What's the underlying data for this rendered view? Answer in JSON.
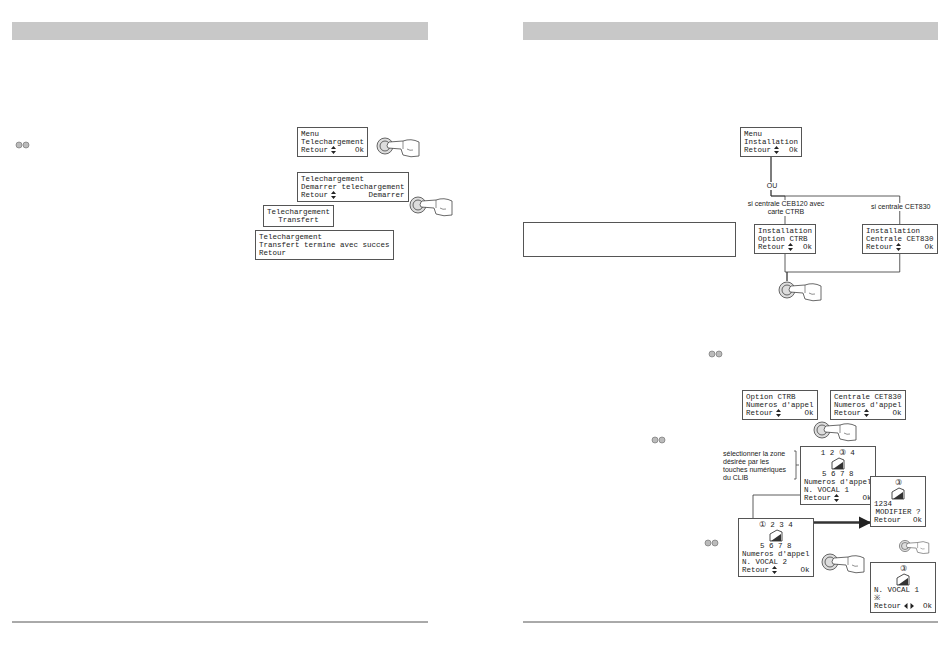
{
  "diagram": {
    "nodes": [
      {
        "text": [
          "Menu",
          "Telechargement",
          "Retour",
          "Ok"
        ]
      },
      {
        "text": [
          "Telechargement",
          "Demarrer telechargement",
          "Retour",
          "Demarrer"
        ]
      },
      {
        "text": [
          "Telechargement",
          "Transfert"
        ]
      },
      {
        "text": [
          "Telechargement",
          "Transfert termine avec succes",
          "Retour"
        ]
      },
      {
        "text": [
          "Menu",
          "Installation",
          "Retour",
          "Ok"
        ]
      },
      {
        "text": [
          "Installation",
          "Option CTRB",
          "Retour",
          "Ok"
        ]
      },
      {
        "text": [
          "Installation",
          "Centrale CET830",
          "Retour",
          "Ok"
        ]
      },
      {
        "text": [
          "Option CTRB",
          "Numeros d'appel",
          "Retour",
          "Ok"
        ]
      },
      {
        "text": [
          "Centrale CET830",
          "Numeros d'appel",
          "Retour",
          "Ok"
        ]
      },
      {
        "text": [
          "1 2 ③ 4",
          "5 6 7 8",
          "Numeros d'appel",
          "N. VOCAL 1",
          "Retour",
          "Ok"
        ]
      },
      {
        "text": [
          "① 2 3 4",
          "5 6 7 8",
          "Numeros d'appel",
          "N. VOCAL 2",
          "Retour",
          "Ok"
        ]
      },
      {
        "text": [
          "③",
          "1234",
          "MODIFIER ?",
          "Retour",
          "Ok"
        ]
      },
      {
        "text": [
          "③",
          "N. VOCAL 1",
          "※",
          "Retour",
          "Ok"
        ]
      }
    ],
    "edges": [
      {
        "from": 4,
        "to": 5,
        "arrow": "none"
      },
      {
        "from": 4,
        "to": 6,
        "arrow": "none"
      },
      {
        "from": 9,
        "to": 10,
        "arrow": "none"
      },
      {
        "from": 10,
        "to": 11,
        "arrow": "to"
      }
    ],
    "labels": [
      "OU",
      "si centrale CEB120 avec carte CTRB",
      "si centrale CET830",
      "sélectionner la zone désirée par les touches numériques du CLIB"
    ]
  }
}
